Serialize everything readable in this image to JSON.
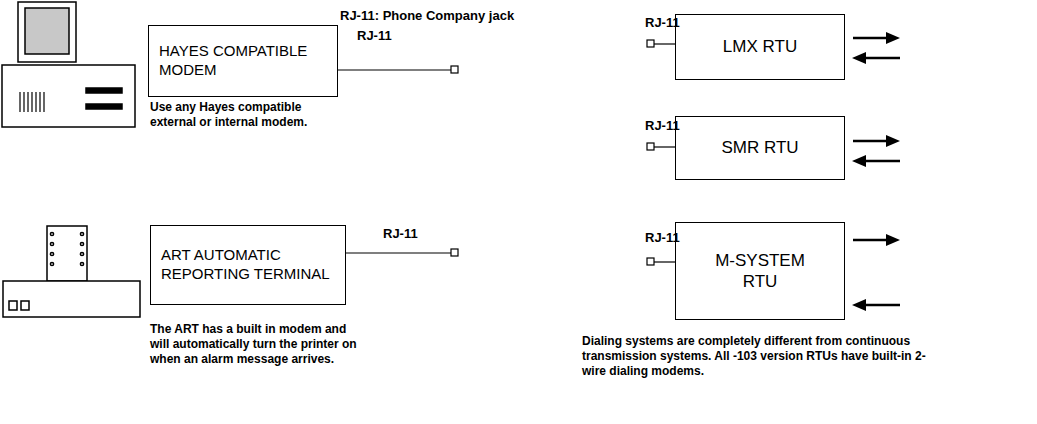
{
  "diagram": {
    "nodes": [
      {
        "text": [
          "HAYES COMPATIBLE MODEM"
        ]
      },
      {
        "text": [
          "ART AUTOMATIC REPORTING TERMINAL"
        ]
      },
      {
        "text": [
          "LMX RTU"
        ]
      },
      {
        "text": [
          "SMR RTU"
        ]
      },
      {
        "text": [
          "M-SYSTEM RTU"
        ]
      }
    ],
    "labels": [
      "RJ-11: Phone Company jack",
      "RJ-11",
      "RJ-11",
      "Use any Hayes compatible external or internal modem.",
      "RJ-11",
      "RJ-11",
      "RJ-11",
      "The ART has a built in modem and will automatically turn the printer on when an alarm message arrives.",
      "Dialing systems are completely different from continuous transmission systems. All -103 version RTUs have built-in 2-wire dialing modems."
    ]
  }
}
